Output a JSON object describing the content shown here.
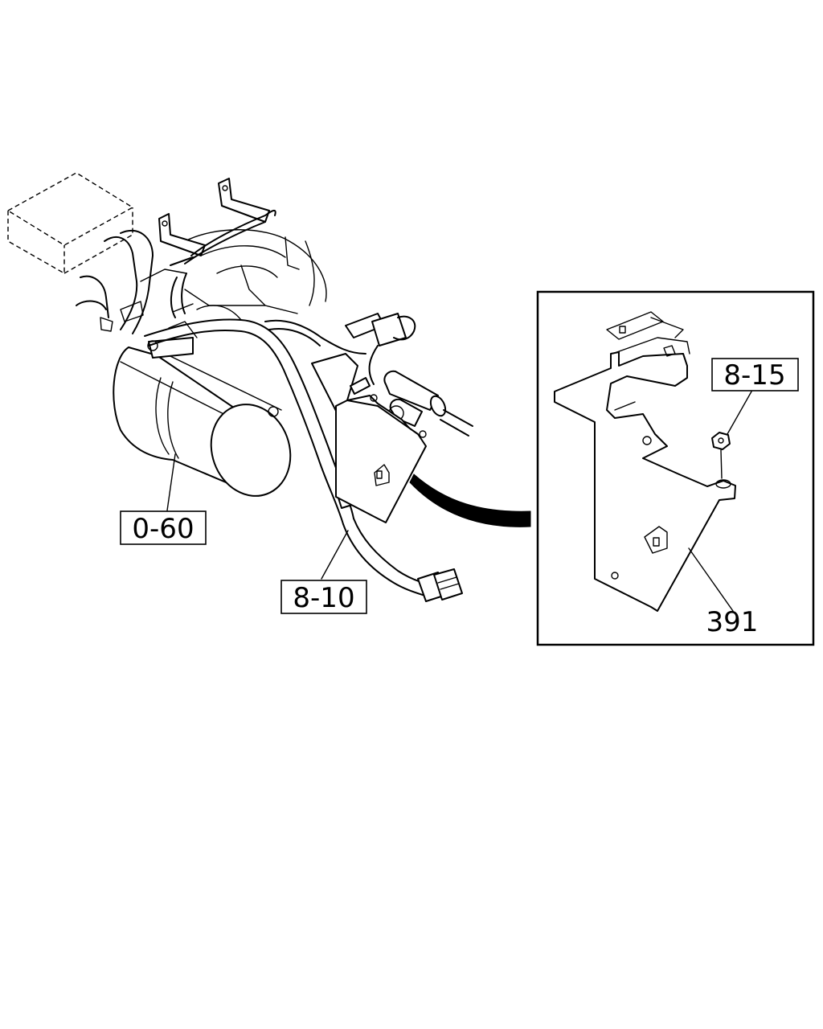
{
  "callouts": {
    "starter": "0-60",
    "harness": "8-10",
    "nut": "8-15",
    "bracket": "391"
  }
}
